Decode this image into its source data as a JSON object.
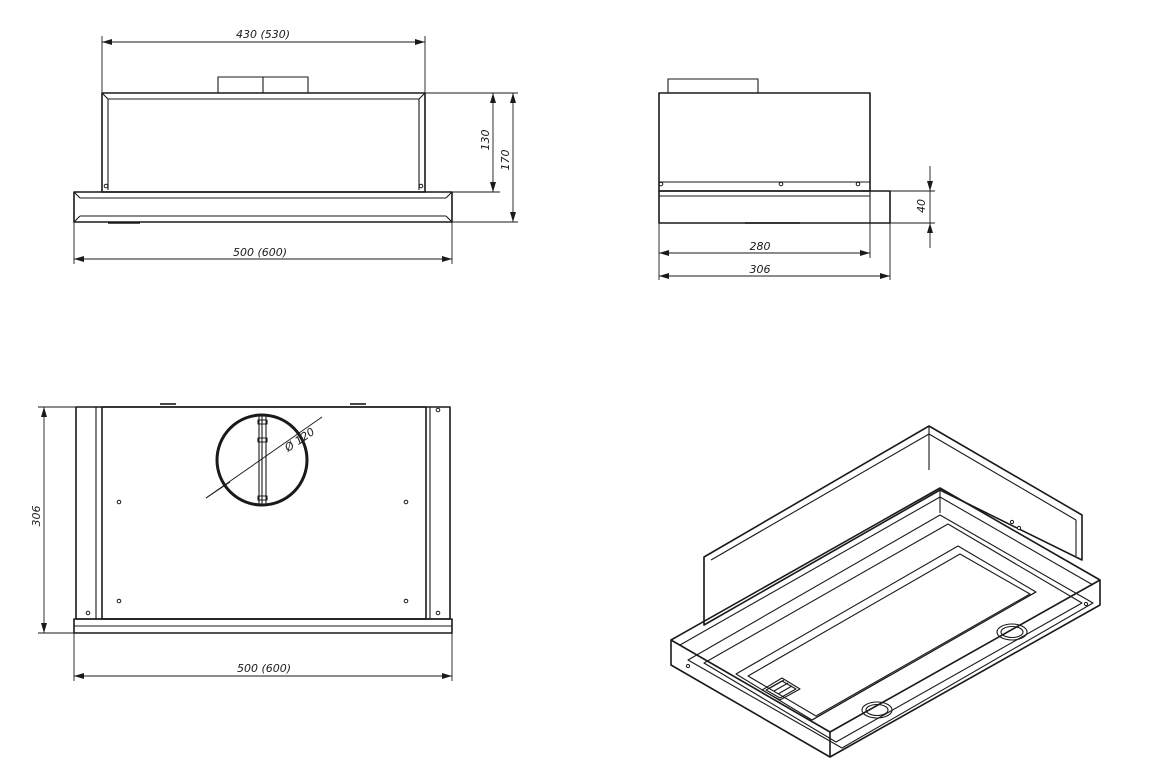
{
  "views": {
    "front": {
      "dim_top_width": "430 (530)",
      "dim_height_body": "130",
      "dim_height_total": "170",
      "dim_bottom_width": "500 (600)"
    },
    "side": {
      "dim_front_height": "40",
      "dim_depth_body": "280",
      "dim_depth_total": "306"
    },
    "top": {
      "dim_depth": "306",
      "dim_outlet_diameter": "Ø 120",
      "dim_width": "500 (600)"
    },
    "isometric": {}
  }
}
